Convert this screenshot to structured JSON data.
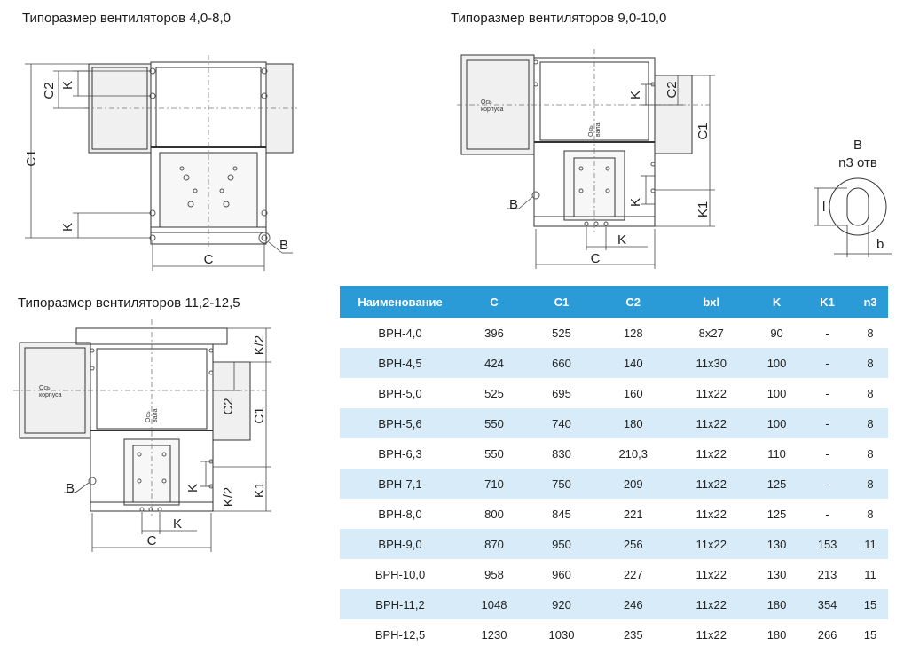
{
  "titles": {
    "fan_4_8": "Типоразмер вентиляторов 4,0-8,0",
    "fan_9_10": "Типоразмер вентиляторов 9,0-10,0",
    "fan_11_12": "Типоразмер вентиляторов 11,2-12,5"
  },
  "dims": {
    "C": "C",
    "C1": "C1",
    "C2": "C2",
    "K": "K",
    "K1": "K1",
    "K2": "K/2",
    "B": "B",
    "b": "b",
    "l": "l",
    "n3": "n3 отв"
  },
  "axis": {
    "line1": "Ось",
    "line2": "корпуса"
  },
  "shaft": {
    "line1": "Ось",
    "line2": "вала"
  },
  "table": {
    "headers": [
      "Наименование",
      "C",
      "C1",
      "C2",
      "bxl",
      "K",
      "K1",
      "n3"
    ],
    "rows": [
      [
        "ВРН-4,0",
        "396",
        "525",
        "128",
        "8x27",
        "90",
        "-",
        "8"
      ],
      [
        "ВРН-4,5",
        "424",
        "660",
        "140",
        "11x30",
        "100",
        "-",
        "8"
      ],
      [
        "ВРН-5,0",
        "525",
        "695",
        "160",
        "11x22",
        "100",
        "-",
        "8"
      ],
      [
        "ВРН-5,6",
        "550",
        "740",
        "180",
        "11x22",
        "100",
        "-",
        "8"
      ],
      [
        "ВРН-6,3",
        "550",
        "830",
        "210,3",
        "11x22",
        "110",
        "-",
        "8"
      ],
      [
        "ВРН-7,1",
        "710",
        "750",
        "209",
        "11x22",
        "125",
        "-",
        "8"
      ],
      [
        "ВРН-8,0",
        "800",
        "845",
        "221",
        "11x22",
        "125",
        "-",
        "8"
      ],
      [
        "ВРН-9,0",
        "870",
        "950",
        "256",
        "11x22",
        "130",
        "153",
        "11"
      ],
      [
        "ВРН-10,0",
        "958",
        "960",
        "227",
        "11x22",
        "130",
        "213",
        "11"
      ],
      [
        "ВРН-11,2",
        "1048",
        "920",
        "246",
        "11x22",
        "180",
        "354",
        "15"
      ],
      [
        "ВРН-12,5",
        "1230",
        "1030",
        "235",
        "11x22",
        "180",
        "266",
        "15"
      ]
    ]
  }
}
